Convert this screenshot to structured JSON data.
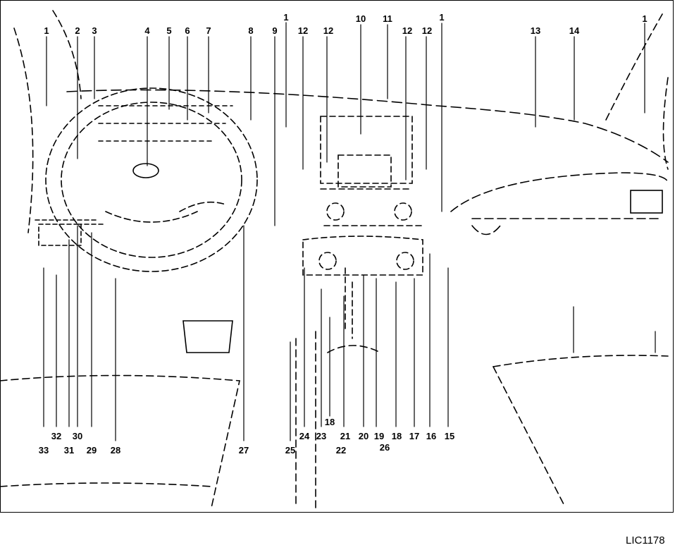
{
  "figure_code": "LIC1178",
  "top_labels": [
    "1",
    "2",
    "3",
    "4",
    "5",
    "6",
    "7",
    "8",
    "9",
    "1",
    "12",
    "12",
    "10",
    "11",
    "12",
    "12",
    "1",
    "13",
    "14",
    "1"
  ],
  "bottom_row1": [
    "32",
    "30",
    "18",
    "24",
    "23",
    "21",
    "20",
    "19",
    "18",
    "17",
    "16",
    "15",
    "26"
  ],
  "bottom_row2": [
    "33",
    "31",
    "29",
    "28",
    "27",
    "25",
    "22"
  ]
}
